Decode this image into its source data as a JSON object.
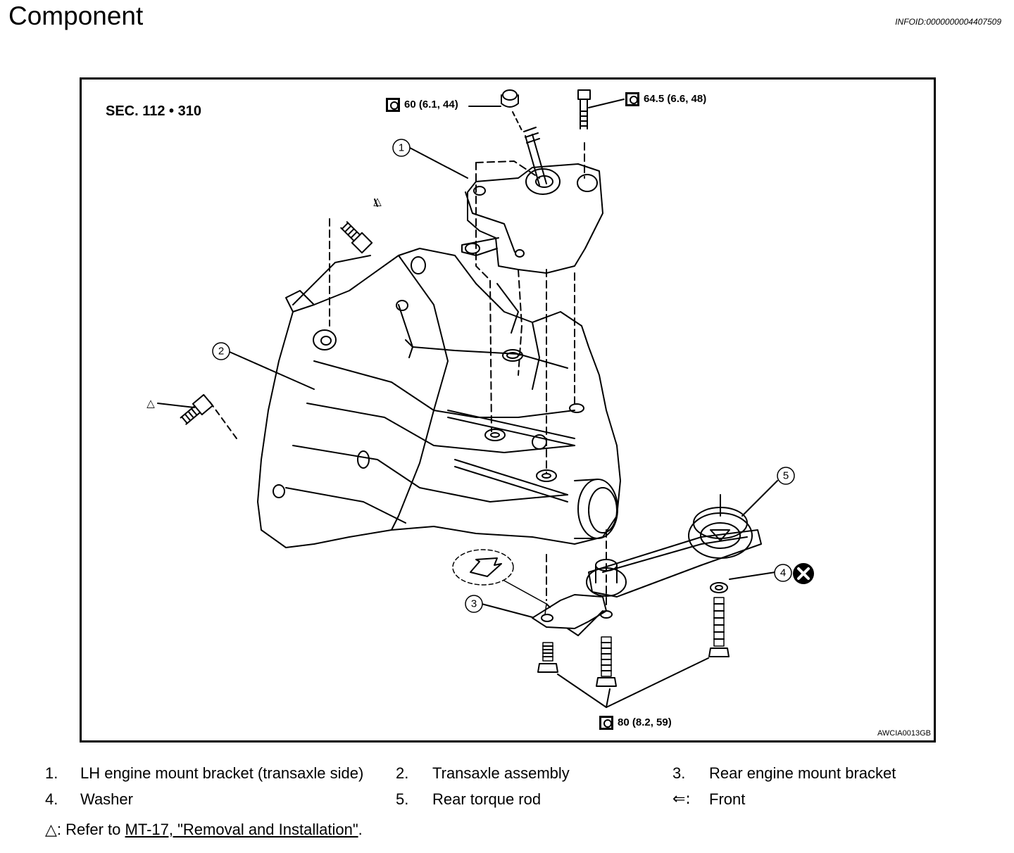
{
  "page": {
    "title": "Component",
    "info_id": "INFOID:0000000004407509"
  },
  "figure": {
    "section": "SEC. 112 • 310",
    "figure_id": "AWCIA0013GB",
    "torques": [
      {
        "id": "t1",
        "value": "60 (6.1, 44)"
      },
      {
        "id": "t2",
        "value": "64.5 (6.6, 48)"
      },
      {
        "id": "t3",
        "value": "80 (8.2, 59)"
      }
    ],
    "callouts": [
      "1",
      "2",
      "3",
      "4",
      "5"
    ],
    "triangle_marks": [
      "△",
      "△"
    ]
  },
  "legend": [
    {
      "num": "1.",
      "text": "LH engine mount bracket (transaxle side)"
    },
    {
      "num": "2.",
      "text": "Transaxle assembly"
    },
    {
      "num": "3.",
      "text": "Rear engine mount bracket"
    },
    {
      "num": "4.",
      "text": "Washer"
    },
    {
      "num": "5.",
      "text": "Rear torque rod"
    },
    {
      "num": "⇐:",
      "text": "Front"
    }
  ],
  "note": {
    "symbol": "△",
    "prefix": ": Refer to ",
    "link_text": "MT-17, \"Removal and Installation\"",
    "suffix": "."
  }
}
